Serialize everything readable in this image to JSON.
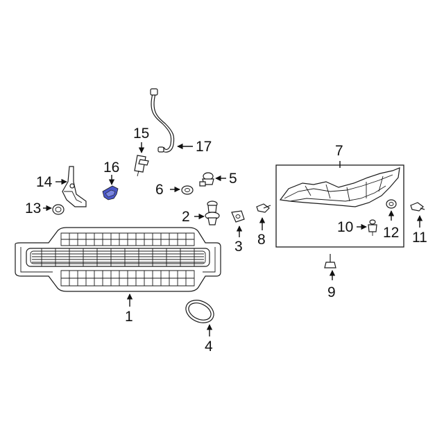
{
  "callouts": {
    "c1": "1",
    "c2": "2",
    "c3": "3",
    "c4": "4",
    "c5": "5",
    "c6": "6",
    "c7": "7",
    "c8": "8",
    "c9": "9",
    "c10": "10",
    "c11": "11",
    "c12": "12",
    "c13": "13",
    "c14": "14",
    "c15": "15",
    "c16": "16",
    "c17": "17"
  },
  "colors": {
    "highlight_part": "#4a57c7",
    "line": "#1a1a1a",
    "background": "#ffffff"
  }
}
